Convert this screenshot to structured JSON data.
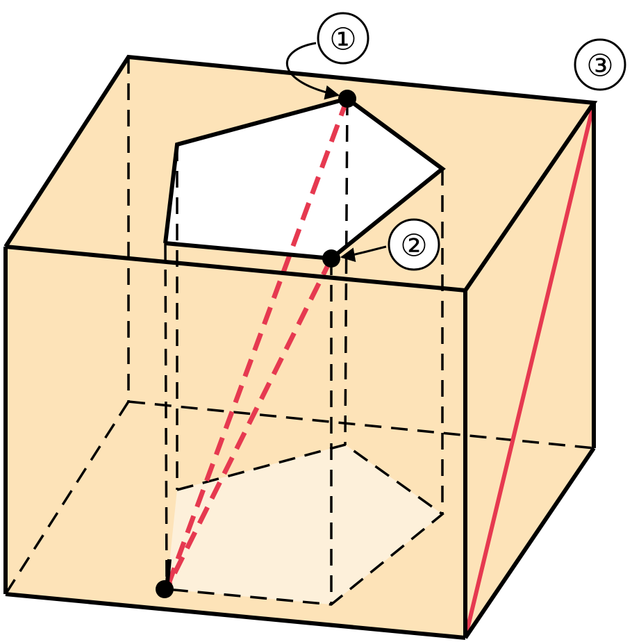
{
  "colors": {
    "cube_face": "#fde3b8",
    "hole": "#ffffff",
    "bottom_pentagon": "#fdf0da",
    "red": "#e63950",
    "line": "#000000"
  },
  "labels": {
    "one": "①",
    "two": "②",
    "three": "③"
  }
}
